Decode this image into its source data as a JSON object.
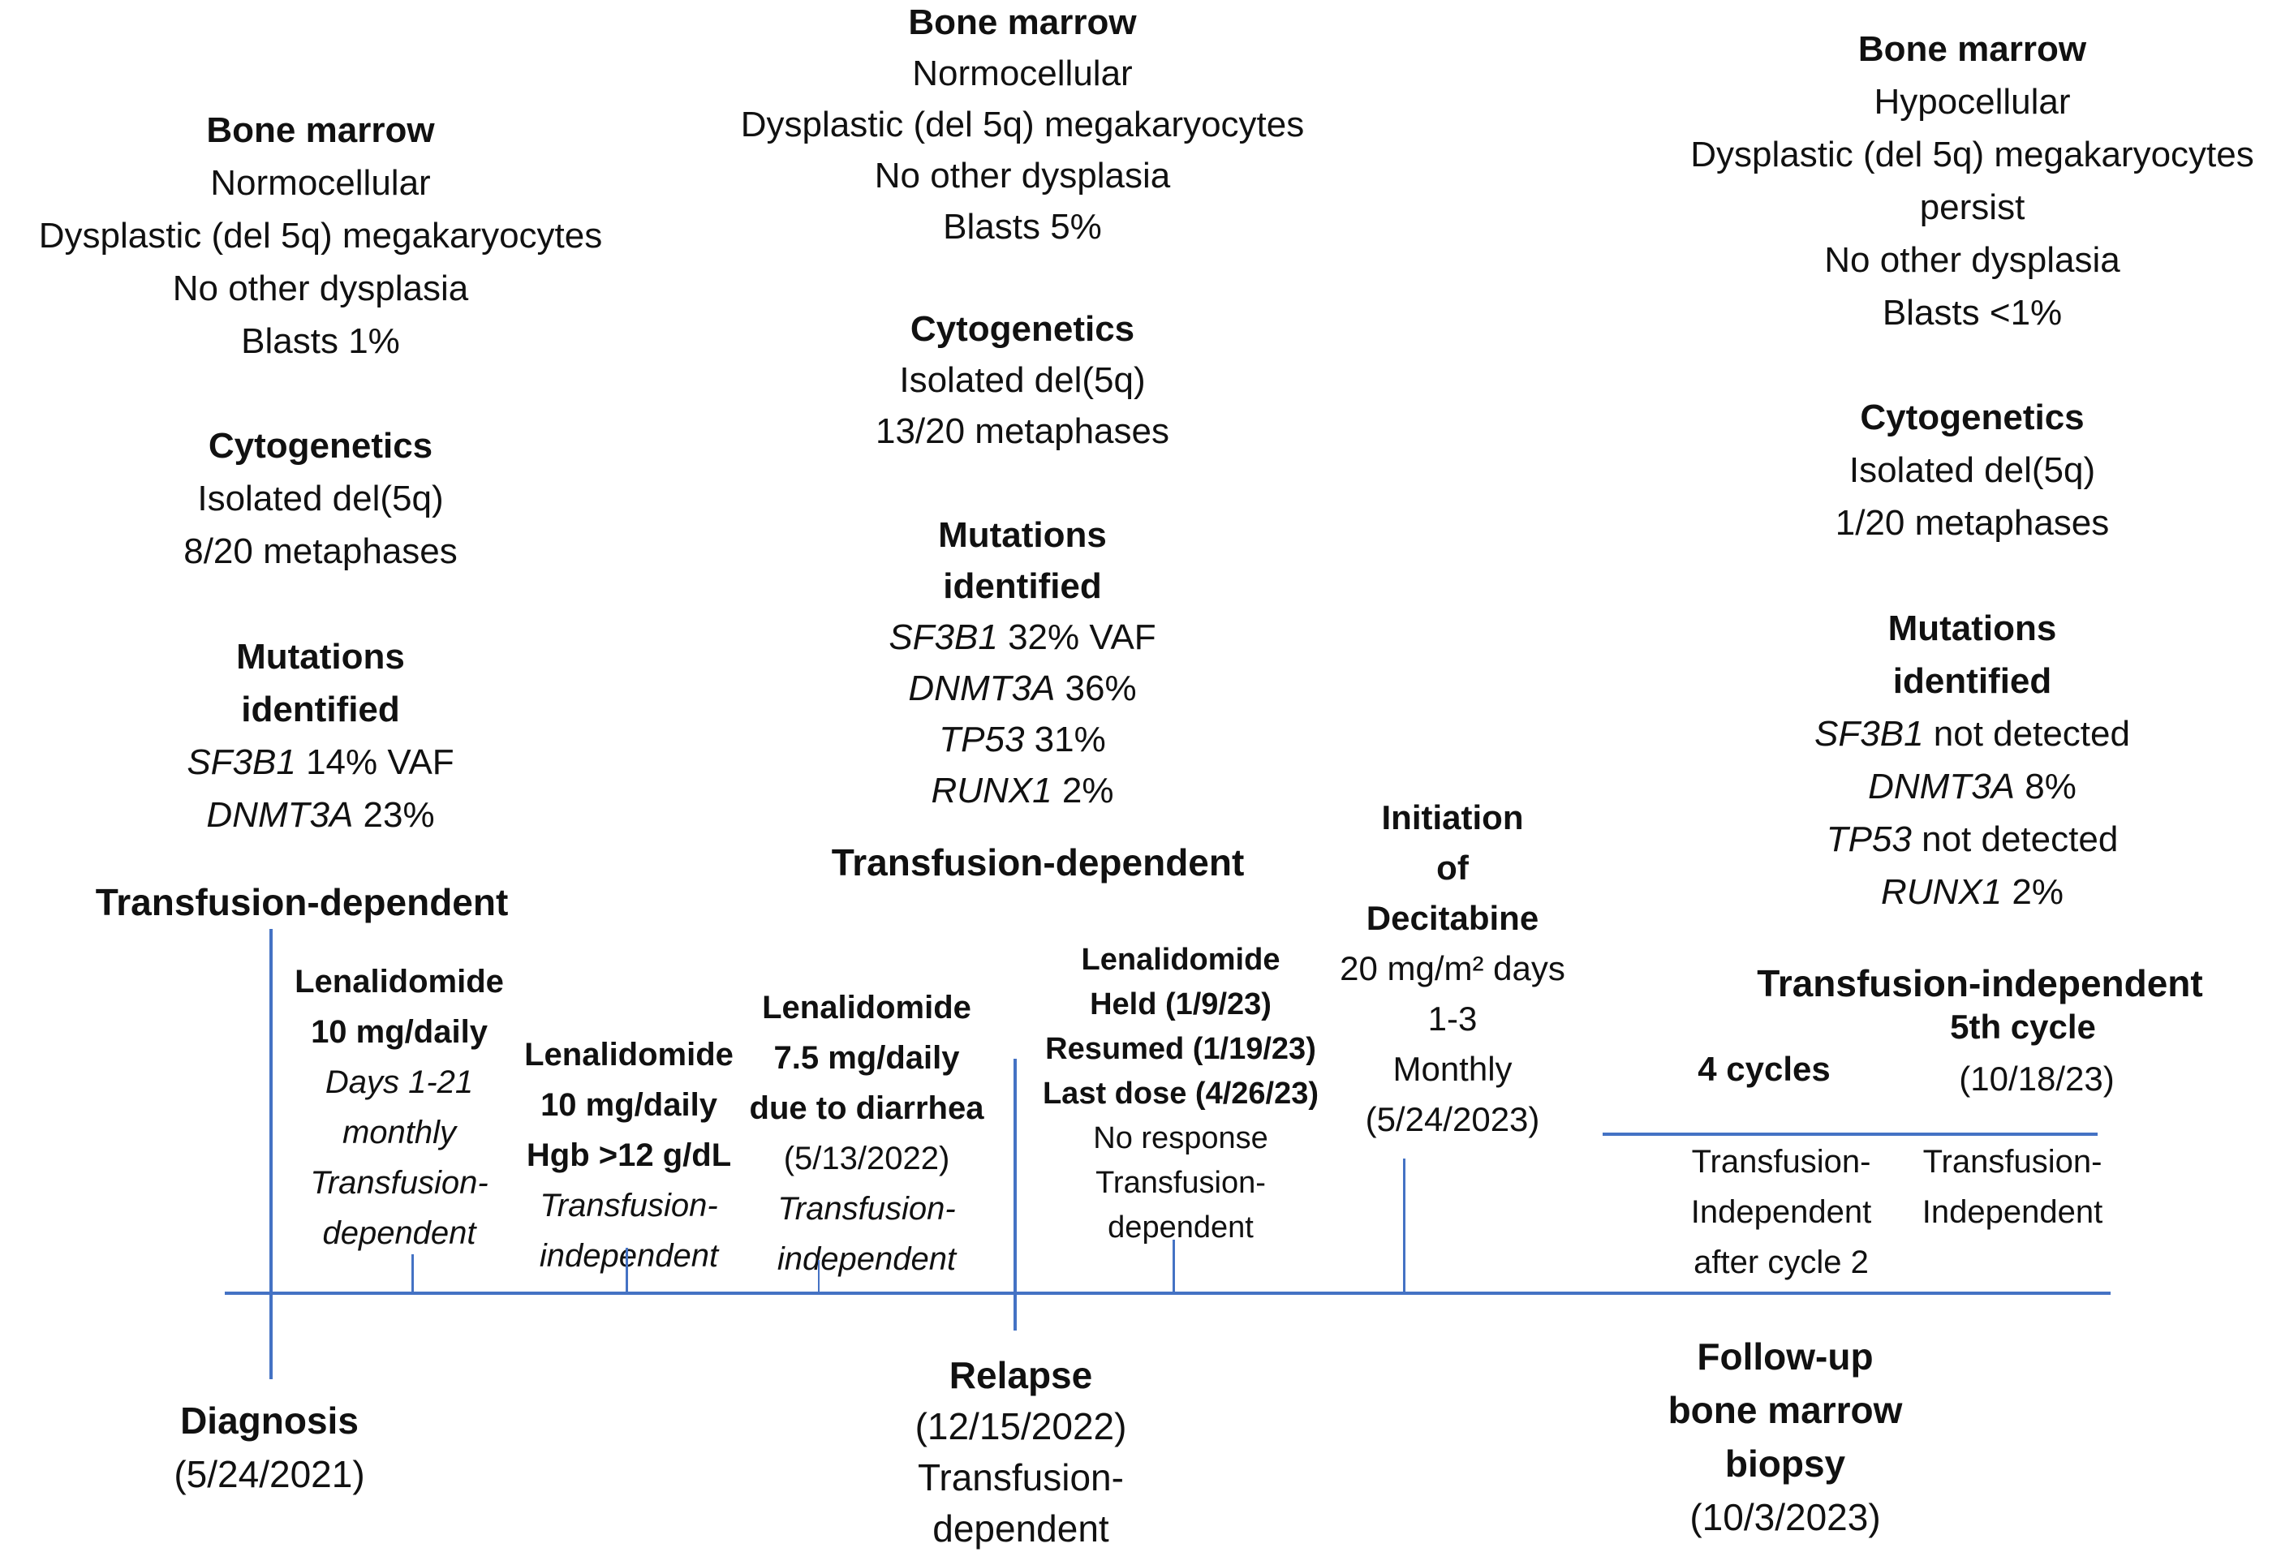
{
  "colors": {
    "accent": "#4472C4",
    "text": "#111111"
  },
  "columns": {
    "diagnosis_2021": {
      "bone_marrow": {
        "title": "Bone marrow",
        "lines": [
          "Normocellular",
          "Dysplastic (del 5q) megakaryocytes",
          "No other dysplasia",
          "Blasts 1%"
        ]
      },
      "cytogenetics": {
        "title": "Cytogenetics",
        "lines": [
          "Isolated del(5q)",
          "8/20 metaphases"
        ]
      },
      "mutations": {
        "title_lines": [
          "Mutations",
          "identified"
        ],
        "entries": [
          {
            "gene": "SF3B1",
            "value": " 14% VAF"
          },
          {
            "gene": "DNMT3A",
            "value": " 23%"
          }
        ]
      },
      "status": "Transfusion-dependent"
    },
    "relapse_2022": {
      "bone_marrow": {
        "title": "Bone marrow",
        "lines": [
          "Normocellular",
          "Dysplastic (del 5q) megakaryocytes",
          "No other dysplasia",
          "Blasts 5%"
        ]
      },
      "cytogenetics": {
        "title": "Cytogenetics",
        "lines": [
          "Isolated del(5q)",
          "13/20 metaphases"
        ]
      },
      "mutations": {
        "title_lines": [
          "Mutations",
          "identified"
        ],
        "entries": [
          {
            "gene": "SF3B1",
            "value": " 32% VAF"
          },
          {
            "gene": "DNMT3A",
            "value": " 36%"
          },
          {
            "gene": "TP53",
            "value": " 31%"
          },
          {
            "gene": "RUNX1",
            "value": " 2%"
          }
        ]
      },
      "status": "Transfusion-dependent"
    },
    "followup_2023": {
      "bone_marrow": {
        "title": "Bone marrow",
        "lines": [
          "Hypocellular",
          "Dysplastic (del 5q) megakaryocytes",
          "persist",
          "No other dysplasia",
          "Blasts <1%"
        ]
      },
      "cytogenetics": {
        "title": "Cytogenetics",
        "lines": [
          "Isolated del(5q)",
          "1/20 metaphases"
        ]
      },
      "mutations": {
        "title_lines": [
          "Mutations",
          "identified"
        ],
        "entries": [
          {
            "gene": "SF3B1",
            "value": " not detected"
          },
          {
            "gene": "DNMT3A",
            "value": " 8%"
          },
          {
            "gene": "TP53",
            "value": " not detected"
          },
          {
            "gene": "RUNX1",
            "value": " 2%"
          }
        ]
      },
      "status": "Transfusion-independent",
      "decitabine_response": {
        "cycles": "4 cycles",
        "fifth_cycle": "5th cycle",
        "fifth_cycle_date": "(10/18/23)",
        "left_lines": [
          "Transfusion-",
          "Independent",
          "after cycle 2"
        ],
        "right_lines": [
          "Transfusion-",
          "Independent"
        ]
      }
    }
  },
  "treatments": {
    "lenalidomide_start": {
      "bold_lines": [
        "Lenalidomide",
        "10 mg/daily"
      ],
      "italic_lines": [
        "Days 1-21",
        "monthly",
        "Transfusion-",
        "dependent"
      ]
    },
    "lenalidomide_response": {
      "bold_lines": [
        "Lenalidomide",
        "10 mg/daily",
        "Hgb >12 g/dL"
      ],
      "italic_lines": [
        "Transfusion-",
        "independent"
      ]
    },
    "lenalidomide_reduced": {
      "bold_lines": [
        "Lenalidomide",
        "7.5 mg/daily",
        "due to diarrhea"
      ],
      "plain_lines": [
        "(5/13/2022)"
      ],
      "italic_lines": [
        "Transfusion-",
        "independent"
      ]
    },
    "lenalidomide_stop": {
      "bold_lines": [
        "Lenalidomide",
        "Held (1/9/23)",
        "Resumed (1/19/23)",
        "Last dose (4/26/23)"
      ],
      "plain_lines": [
        "No response",
        "Transfusion-",
        "dependent"
      ]
    },
    "decitabine": {
      "bold_lines": [
        "Initiation",
        "of",
        "Decitabine"
      ],
      "plain_lines": [
        "20 mg/m² days",
        "1-3",
        "Monthly",
        "(5/24/2023)"
      ]
    }
  },
  "events": {
    "diagnosis": {
      "title": "Diagnosis",
      "date": "(5/24/2021)"
    },
    "relapse": {
      "title": "Relapse",
      "date": "(12/15/2022)",
      "status_lines": [
        "Transfusion-",
        "dependent"
      ]
    },
    "followup": {
      "title_lines": [
        "Follow-up",
        "bone marrow",
        "biopsy"
      ],
      "date": "(10/3/2023)"
    }
  }
}
